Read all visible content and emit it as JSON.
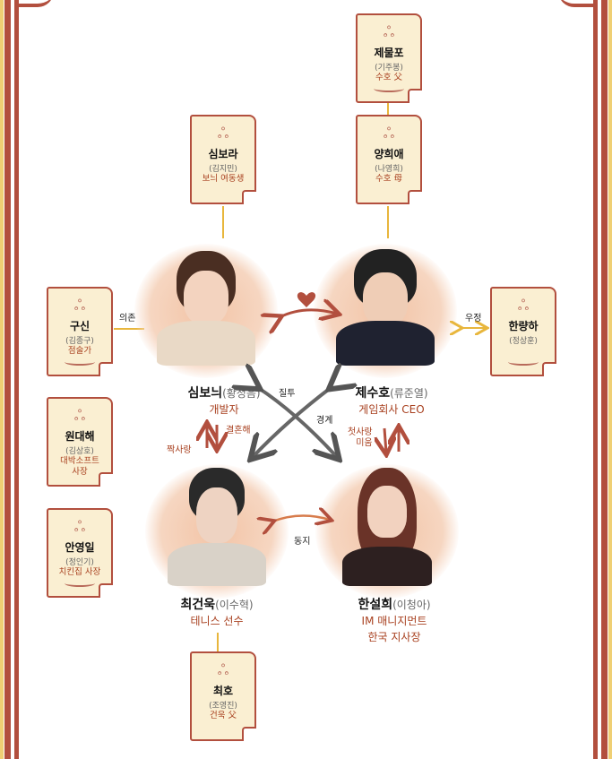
{
  "main_characters": [
    {
      "name": "심보늬",
      "actor": "(황정음)",
      "role": [
        "개발자"
      ]
    },
    {
      "name": "제수호",
      "actor": "(류준열)",
      "role": [
        "게임회사 CEO"
      ]
    },
    {
      "name": "최건욱",
      "actor": "(이수혁)",
      "role": [
        "테니스 선수"
      ]
    },
    {
      "name": "한설희",
      "actor": "(이청아)",
      "role": [
        "IM 매니지먼트",
        "한국 지사장"
      ]
    }
  ],
  "side_characters": [
    {
      "name": "제물포",
      "actor": "(기주봉)",
      "role": [
        "수호 父"
      ]
    },
    {
      "name": "양희애",
      "actor": "(나영희)",
      "role": [
        "수호 母"
      ]
    },
    {
      "name": "심보라",
      "actor": "(김지민)",
      "role": [
        "보늬 여동생"
      ]
    },
    {
      "name": "구신",
      "actor": "(김종구)",
      "role": [
        "점술가"
      ]
    },
    {
      "name": "한량하",
      "actor": "(정상훈)",
      "role": []
    },
    {
      "name": "원대해",
      "actor": "(김상호)",
      "role": [
        "대박소프트",
        "사장"
      ]
    },
    {
      "name": "안영일",
      "actor": "(정인기)",
      "role": [
        "치킨집 사장"
      ]
    },
    {
      "name": "최호",
      "actor": "(조영진)",
      "role": [
        "건욱 父"
      ]
    }
  ],
  "relations": {
    "rely": "의존",
    "friendship": "우정",
    "jealousy": "질투",
    "wary": "경계",
    "married": "결혼해",
    "crush": "짝사랑",
    "first_love": "첫사랑",
    "hate": "미움",
    "colleague": "동지"
  },
  "colors": {
    "frame": "#b24f3e",
    "accent": "#a8401f",
    "line": "#e8b63c",
    "card": "#faefd2"
  }
}
